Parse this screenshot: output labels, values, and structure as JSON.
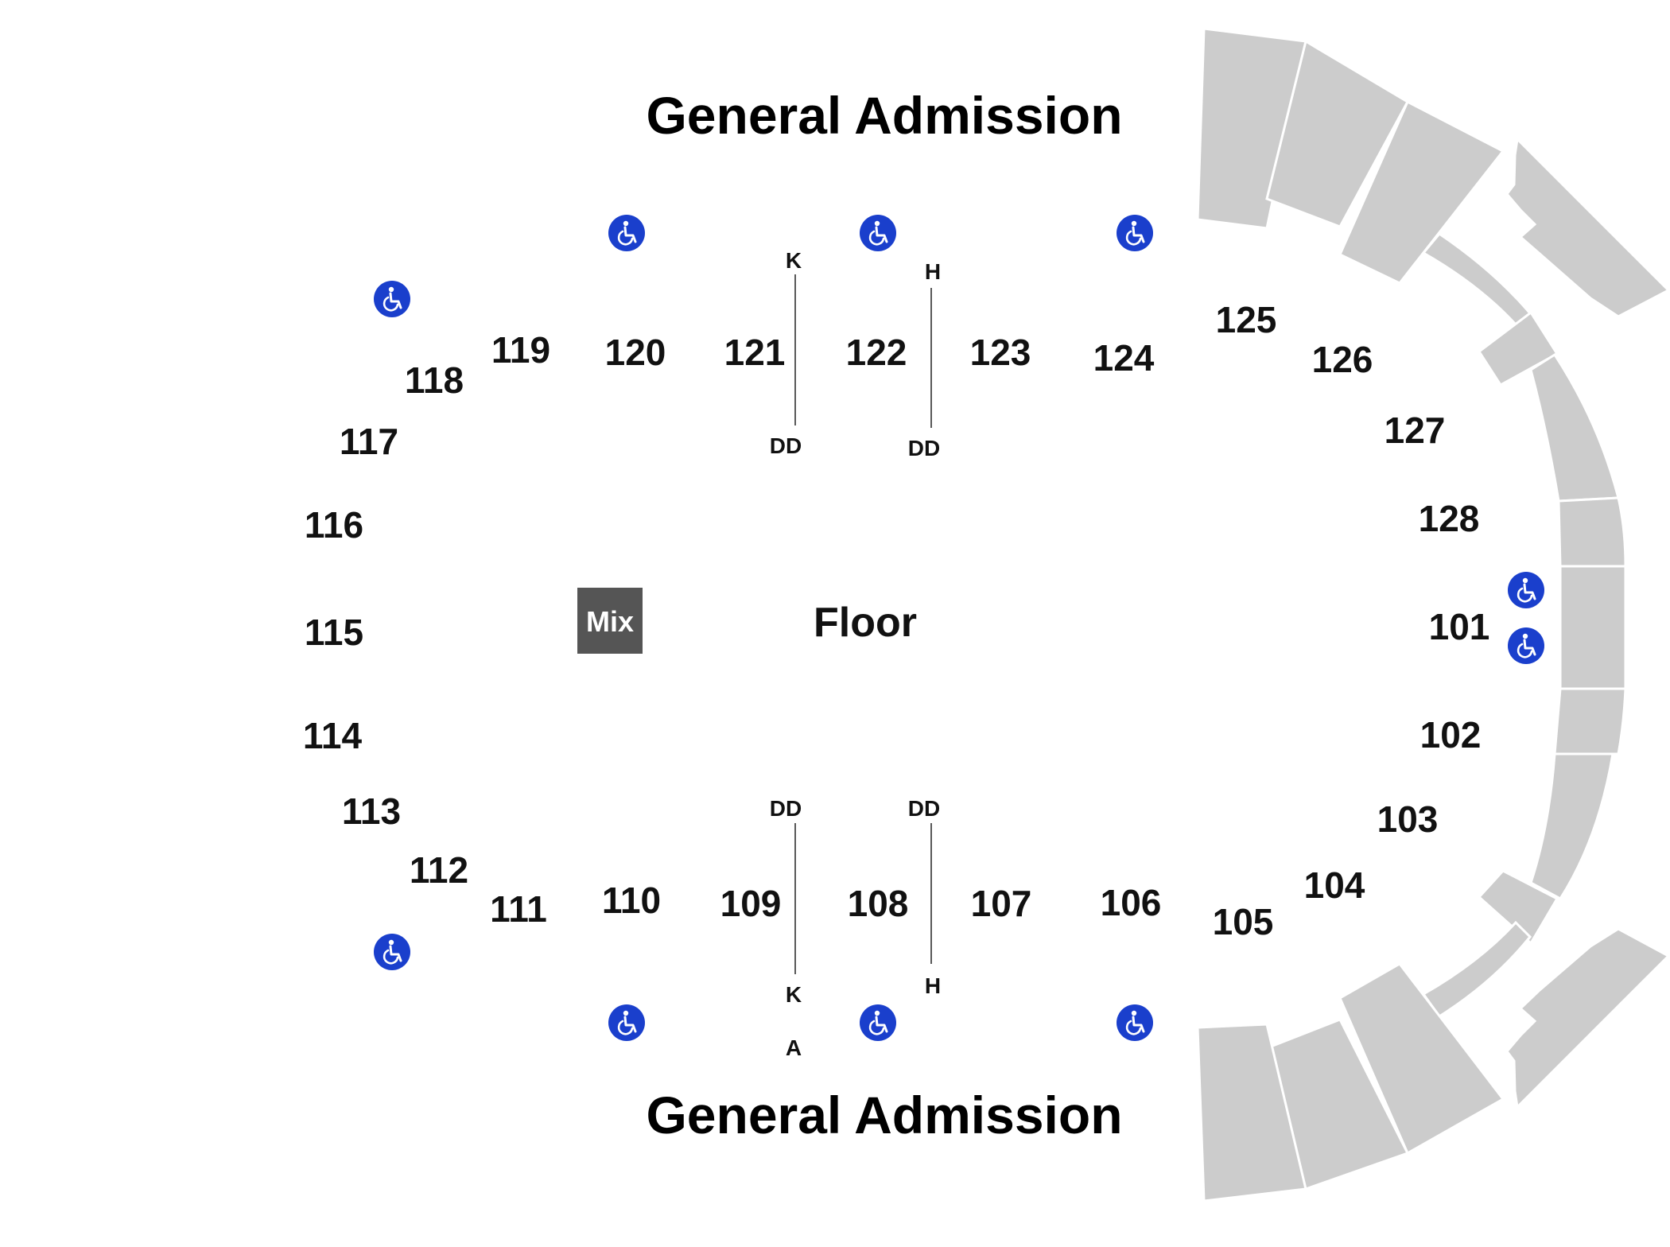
{
  "map": {
    "ga_top": "General Admission",
    "ga_bottom": "General Admission",
    "floor_label": "Floor",
    "mix_label": "Mix",
    "sections": [
      "101",
      "102",
      "103",
      "104",
      "105",
      "106",
      "107",
      "108",
      "109",
      "110",
      "111",
      "112",
      "113",
      "114",
      "115",
      "116",
      "117",
      "118",
      "119",
      "120",
      "121",
      "122",
      "123",
      "124",
      "125",
      "126",
      "127",
      "128"
    ],
    "row_labels": {
      "top_left_top": "K",
      "top_left_bottom": "DD",
      "top_right_top": "H",
      "top_right_bottom": "DD",
      "bottom_left_top": "DD",
      "bottom_left_bottom": "K",
      "bottom_left_extra": "A",
      "bottom_right_top": "DD",
      "bottom_right_bottom": "H"
    },
    "icons": {
      "accessibility": "wheelchair-icon"
    },
    "colors": {
      "seating_block": "#cccccc",
      "accessibility": "#1a3fcc",
      "mix_box": "#555555",
      "text": "#111111"
    }
  }
}
